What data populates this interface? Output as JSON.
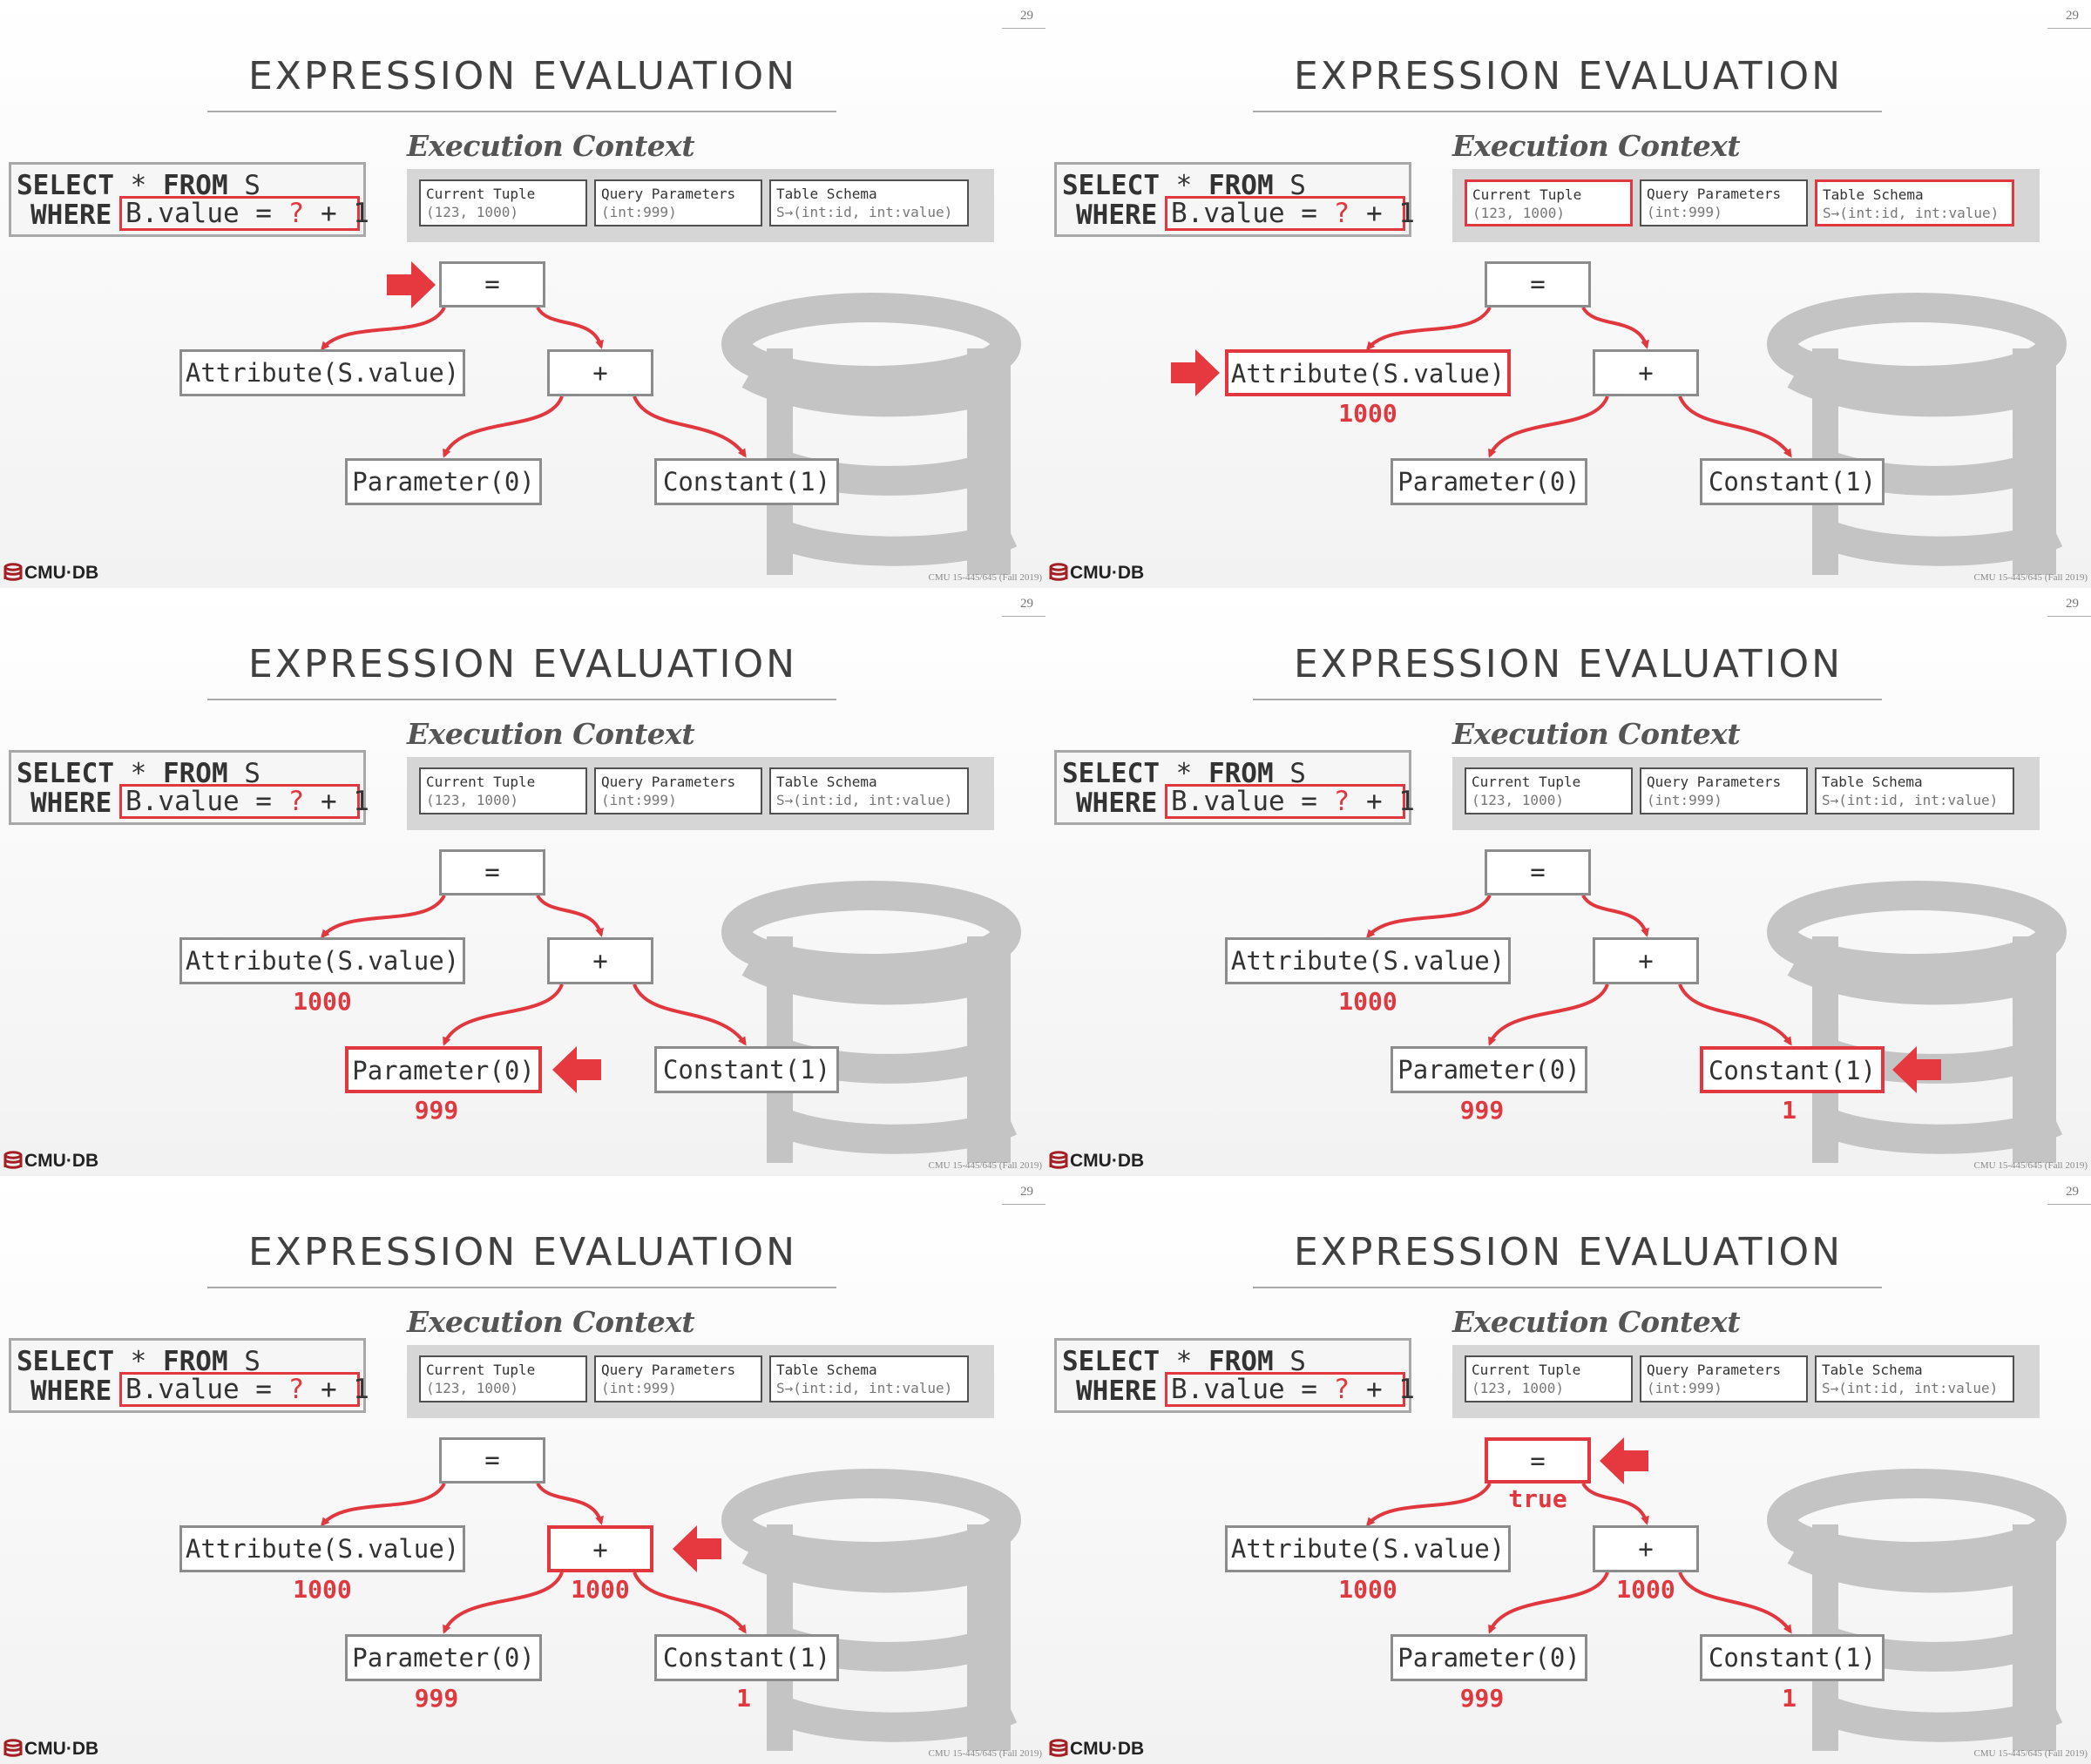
{
  "page_number": "29",
  "title": "EXPRESSION EVALUATION",
  "context_title": "Execution Context",
  "context": {
    "current_tuple_label": "Current Tuple",
    "current_tuple_value": "(123, 1000)",
    "query_params_label": "Query Parameters",
    "query_params_value": "(int:999)",
    "table_schema_label": "Table Schema",
    "table_schema_value": "S→(int:id, int:value)"
  },
  "sql": {
    "select_kw": "SELECT",
    "star": " * ",
    "from_kw": "FROM",
    "table": " S",
    "where_kw": "WHERE",
    "pred_left": "B.value = ",
    "pred_param": "?",
    "pred_right": " + 1"
  },
  "nodes": {
    "eq": "=",
    "attr": "Attribute(S.value)",
    "plus": "+",
    "param": "Parameter(0)",
    "const": "Constant(1)"
  },
  "values": {
    "attr": "1000",
    "param": "999",
    "const": "1",
    "plus": "1000",
    "eq": "true"
  },
  "footer": {
    "logo": "CMU·DB",
    "course": "CMU 15-445/645 (Fall 2019)"
  },
  "colors": {
    "highlight": "#e0383e",
    "node_border": "#8c8c8c",
    "panel": "#d6d6d6"
  },
  "steps": [
    {
      "pointer": "eq",
      "pointer_side": "left",
      "highlight": [],
      "context_highlight": false,
      "shown_values": []
    },
    {
      "pointer": "attr",
      "pointer_side": "left",
      "highlight": [
        "attr"
      ],
      "context_highlight": true,
      "shown_values": [
        "attr"
      ]
    },
    {
      "pointer": "param",
      "pointer_side": "right",
      "highlight": [
        "param"
      ],
      "context_highlight": false,
      "shown_values": [
        "attr",
        "param"
      ]
    },
    {
      "pointer": "const",
      "pointer_side": "right",
      "highlight": [
        "const"
      ],
      "context_highlight": false,
      "shown_values": [
        "attr",
        "param",
        "const"
      ]
    },
    {
      "pointer": "plus",
      "pointer_side": "right",
      "highlight": [
        "plus"
      ],
      "context_highlight": false,
      "shown_values": [
        "attr",
        "param",
        "const",
        "plus"
      ]
    },
    {
      "pointer": "eq",
      "pointer_side": "right",
      "highlight": [
        "eq"
      ],
      "context_highlight": false,
      "shown_values": [
        "attr",
        "param",
        "const",
        "plus",
        "eq"
      ]
    }
  ]
}
